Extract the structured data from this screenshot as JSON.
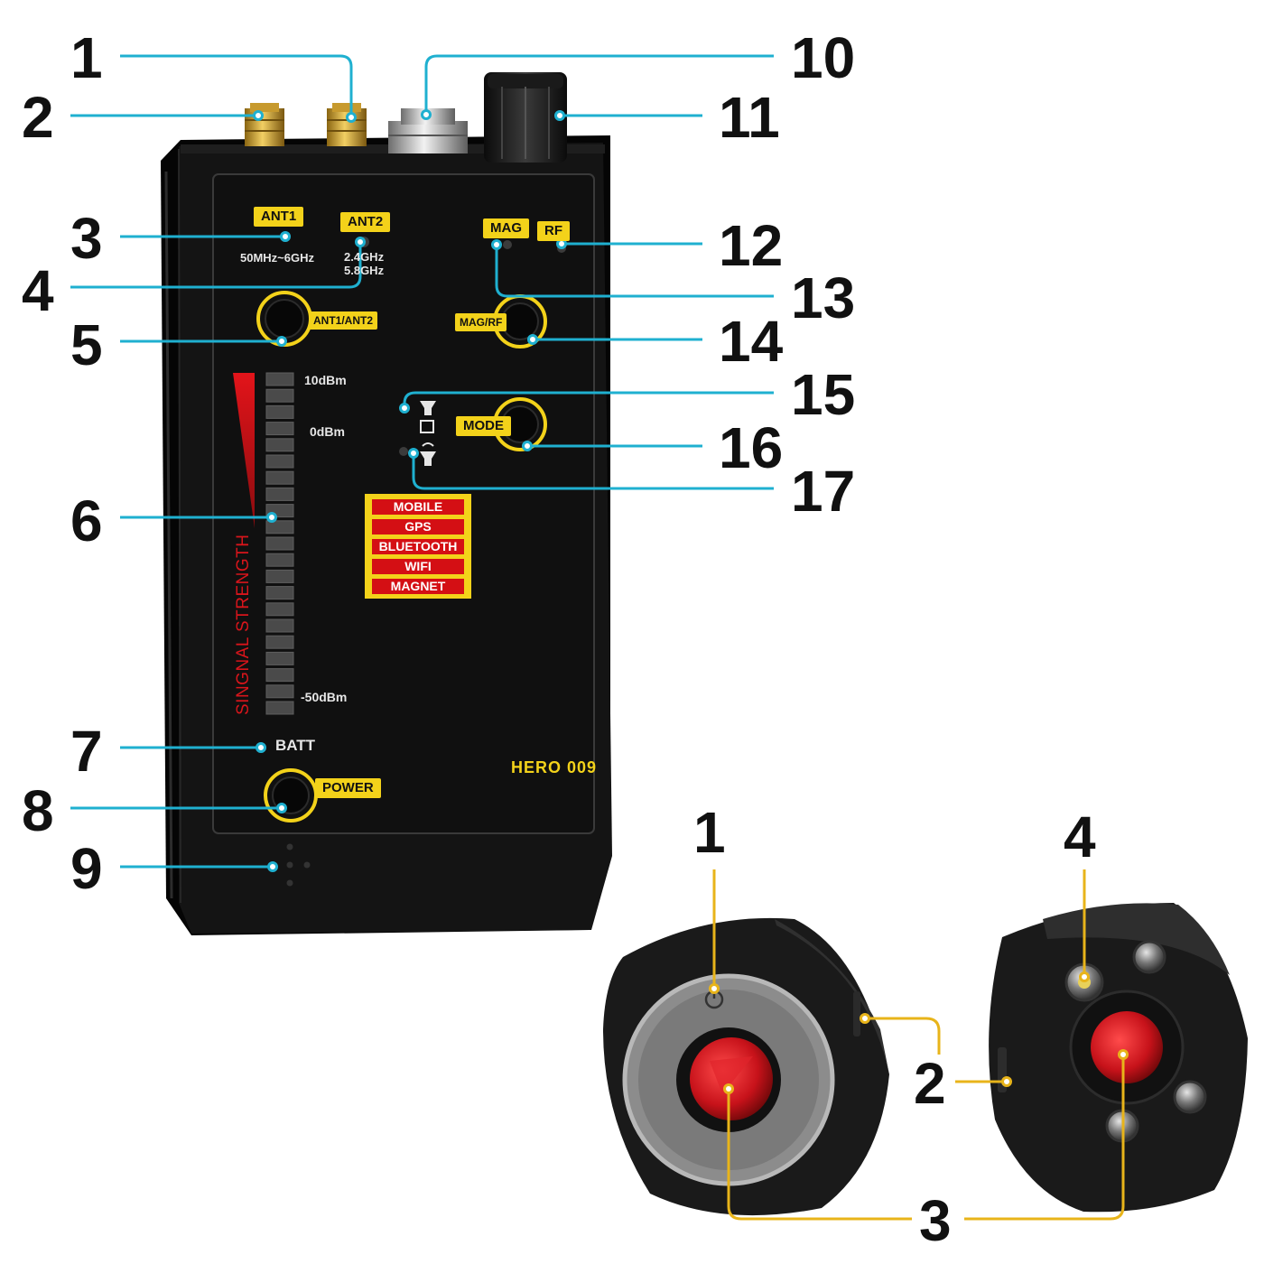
{
  "device": {
    "antenna_labels": {
      "ant1": "ANT1",
      "ant2": "ANT2"
    },
    "ant1_range": "50MHz~6GHz",
    "ant2_range": [
      "2.4GHz",
      "5.8GHz"
    ],
    "mag_label": "MAG",
    "rf_label": "RF",
    "switch_antenna_label": "ANT1/ANT2",
    "switch_magrf_label": "MAG/RF",
    "mode_label": "MODE",
    "power_label": "POWER",
    "batt_label": "BATT",
    "model": "HERO 009",
    "scale": {
      "top": "10dBm",
      "mid": "0dBm",
      "bottom": "-50dBm"
    },
    "signal_strength_label": "SINGNAL STRENGTH",
    "bands": [
      "MOBILE",
      "GPS",
      "BLUETOOTH",
      "WIFI",
      "MAGNET"
    ]
  },
  "callouts_main": [
    "1",
    "2",
    "3",
    "4",
    "5",
    "6",
    "7",
    "8",
    "9",
    "10",
    "11",
    "12",
    "13",
    "14",
    "15",
    "16",
    "17"
  ],
  "callouts_lens": [
    "1",
    "2",
    "3",
    "4"
  ],
  "colors": {
    "leader_main": "#1fb0d0",
    "leader_lens": "#e8b41a",
    "accent_yellow": "#f3d21a",
    "band_red": "#d40f14",
    "device_body": "#121212"
  }
}
